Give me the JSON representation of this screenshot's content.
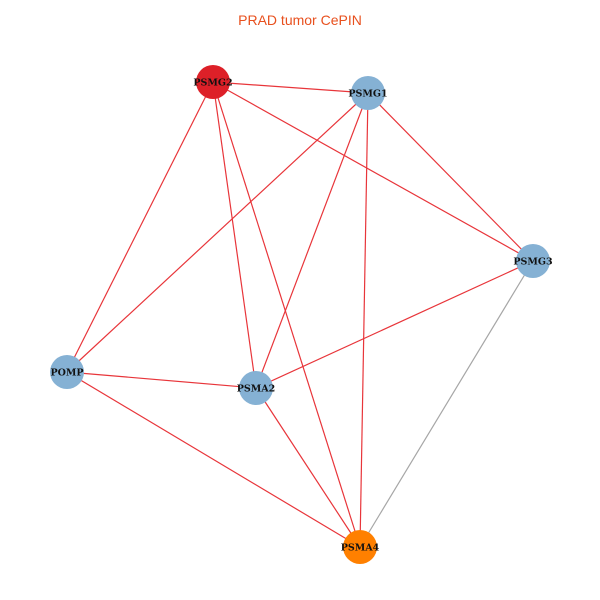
{
  "title": "PRAD tumor CePIN",
  "colors": {
    "title": "#e8501e",
    "edge_default": "#e8353a",
    "edge_weak": "#a6a6a6",
    "node_default": "#85b1d4",
    "node_hub": "#dd2028",
    "node_target": "#ff8000"
  },
  "nodes": [
    {
      "id": "PSMG2",
      "label": "PSMG2",
      "color": "#dd2028"
    },
    {
      "id": "PSMG1",
      "label": "PSMG1",
      "color": "#85b1d4"
    },
    {
      "id": "PSMG3",
      "label": "PSMG3",
      "color": "#85b1d4"
    },
    {
      "id": "POMP",
      "label": "POMP",
      "color": "#85b1d4"
    },
    {
      "id": "PSMA2",
      "label": "PSMA2",
      "color": "#85b1d4"
    },
    {
      "id": "PSMA4",
      "label": "PSMA4",
      "color": "#ff8000"
    }
  ],
  "edges": [
    {
      "source": "PSMG2",
      "target": "PSMG1",
      "color": "#e8353a"
    },
    {
      "source": "PSMG2",
      "target": "PSMG3",
      "color": "#e8353a"
    },
    {
      "source": "PSMG2",
      "target": "POMP",
      "color": "#e8353a"
    },
    {
      "source": "PSMG2",
      "target": "PSMA2",
      "color": "#e8353a"
    },
    {
      "source": "PSMG2",
      "target": "PSMA4",
      "color": "#e8353a"
    },
    {
      "source": "PSMG1",
      "target": "PSMG3",
      "color": "#e8353a"
    },
    {
      "source": "PSMG1",
      "target": "POMP",
      "color": "#e8353a"
    },
    {
      "source": "PSMG1",
      "target": "PSMA2",
      "color": "#e8353a"
    },
    {
      "source": "PSMG1",
      "target": "PSMA4",
      "color": "#e8353a"
    },
    {
      "source": "PSMG3",
      "target": "PSMA2",
      "color": "#e8353a"
    },
    {
      "source": "PSMG3",
      "target": "PSMA4",
      "color": "#a6a6a6"
    },
    {
      "source": "POMP",
      "target": "PSMA2",
      "color": "#e8353a"
    },
    {
      "source": "POMP",
      "target": "PSMA4",
      "color": "#e8353a"
    },
    {
      "source": "PSMA2",
      "target": "PSMA4",
      "color": "#e8353a"
    }
  ]
}
